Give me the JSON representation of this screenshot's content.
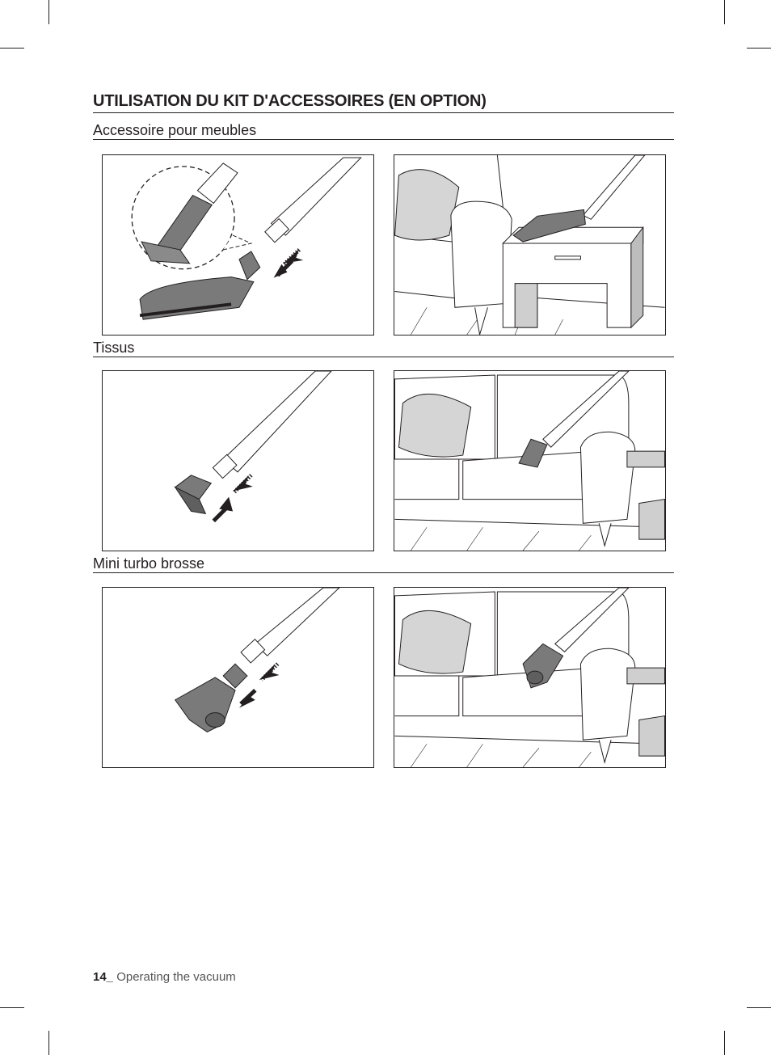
{
  "page_title": "UTILISATION DU KIT D'ACCESSOIRES (EN OPTION)",
  "sections": [
    {
      "label": "Accessoire pour meubles"
    },
    {
      "label": "Tissus"
    },
    {
      "label": "Mini turbo brosse"
    }
  ],
  "footer": {
    "page_number": "14_",
    "label": "Operating the vacuum"
  },
  "colors": {
    "tool_gray": "#7a7a7a",
    "furniture_gray": "#cfcfcf",
    "line": "#231f20"
  }
}
